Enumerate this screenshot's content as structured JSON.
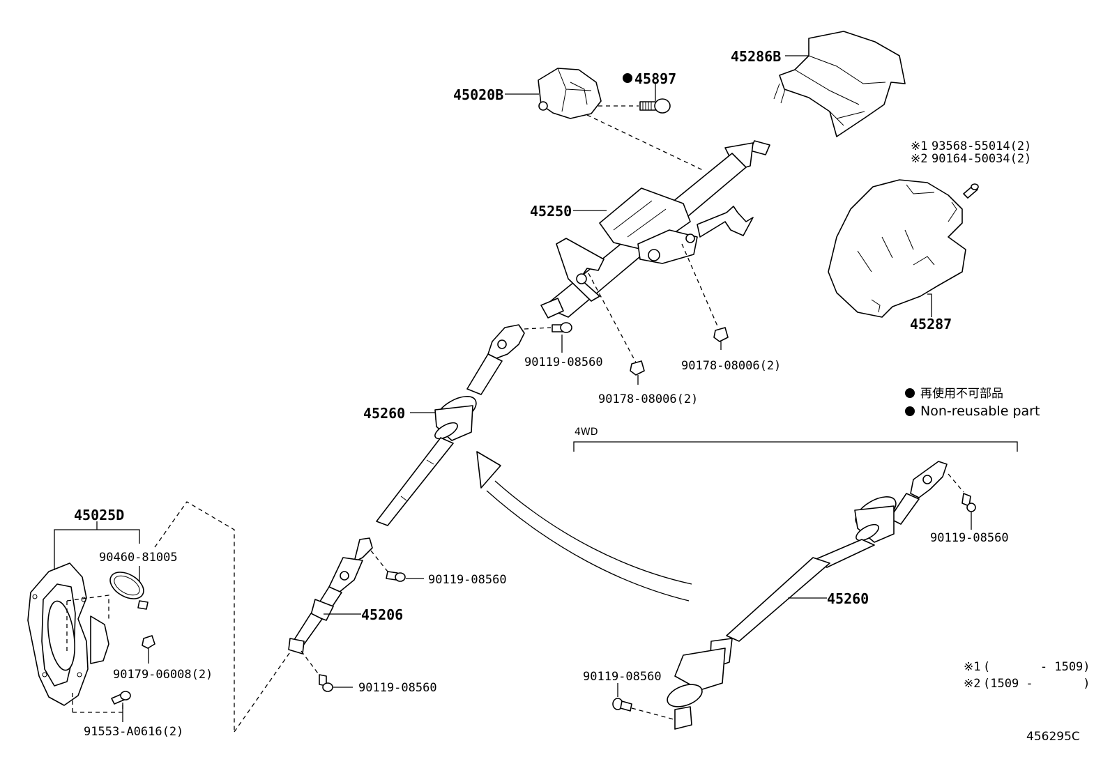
{
  "diagram": {
    "labels": {
      "p45020B": "45020B",
      "p45897": "45897",
      "p45286B": "45286B",
      "p45250": "45250",
      "p45287": "45287",
      "note1_mark": "※1",
      "note1_code": "93568-55014(2)",
      "note2_mark": "※2",
      "note2_code": "90164-50034(2)",
      "bolt_upper": "90119-08560",
      "nut_left": "90178-08006(2)",
      "nut_right": "90178-08006(2)",
      "p45260_upper": "45260",
      "p45025D": "45025D",
      "p90460": "90460-81005",
      "p90179": "90179-06008(2)",
      "p91553": "91553-A0616(2)",
      "bolt_mid": "90119-08560",
      "p45206": "45206",
      "bolt_low": "90119-08560",
      "wd_label": "4WD",
      "bolt_4wd_top": "90119-08560",
      "p45260_4wd": "45260",
      "bolt_4wd_low": "90119-08560"
    },
    "legend": {
      "jp": "再使用不可部品",
      "en": "Non-reusable part"
    },
    "footnotes": {
      "n1_mark": "※1",
      "n1_text": "(       - 1509)",
      "n2_mark": "※2",
      "n2_text": "(1509 -       )"
    },
    "figure_id": "456295C"
  }
}
